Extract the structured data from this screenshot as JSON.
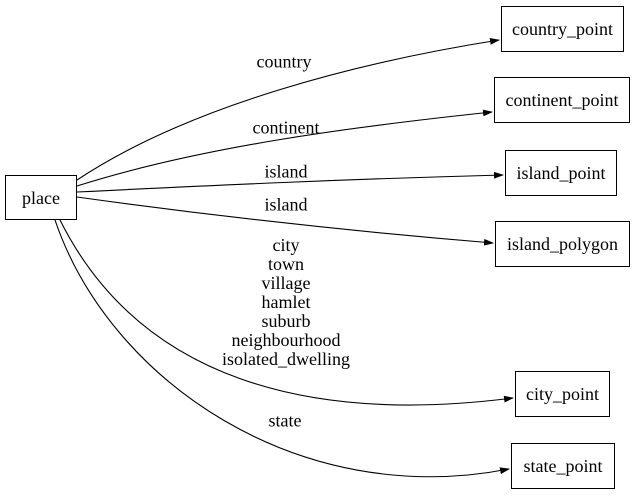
{
  "diagram": {
    "type": "directed-graph",
    "background_color": "#ffffff",
    "node_fill_color": "#ffffff",
    "node_border_color": "#000000",
    "edge_color": "#000000",
    "text_color": "#000000"
  },
  "nodes": {
    "place": {
      "label": "place"
    },
    "country_point": {
      "label": "country_point"
    },
    "continent_point": {
      "label": "continent_point"
    },
    "island_point": {
      "label": "island_point"
    },
    "island_polygon": {
      "label": "island_polygon"
    },
    "city_point": {
      "label": "city_point"
    },
    "state_point": {
      "label": "state_point"
    }
  },
  "edges": [
    {
      "from": "place",
      "to": "country_point",
      "label": "country"
    },
    {
      "from": "place",
      "to": "continent_point",
      "label": "continent"
    },
    {
      "from": "place",
      "to": "island_point",
      "label": "island"
    },
    {
      "from": "place",
      "to": "island_polygon",
      "label": "island"
    },
    {
      "from": "place",
      "to": "city_point",
      "label_lines": [
        "city",
        "town",
        "village",
        "hamlet",
        "suburb",
        "neighbourhood",
        "isolated_dwelling"
      ]
    },
    {
      "from": "place",
      "to": "state_point",
      "label": "state"
    }
  ]
}
